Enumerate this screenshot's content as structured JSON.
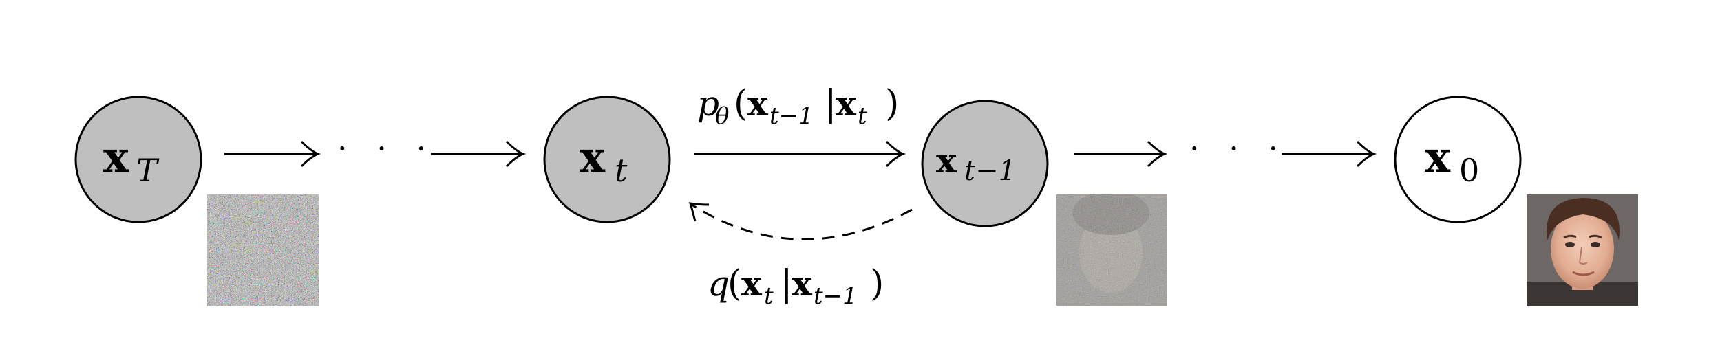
{
  "diagram": {
    "nodes": [
      {
        "id": "xT",
        "base": "x",
        "sub": "T",
        "fill": "#bfbfbf"
      },
      {
        "id": "xt",
        "base": "x",
        "sub": "t",
        "fill": "#bfbfbf"
      },
      {
        "id": "xt1",
        "base": "x",
        "sub": "t−1",
        "fill": "#bfbfbf"
      },
      {
        "id": "x0",
        "base": "x",
        "sub": "0",
        "fill": "#ffffff"
      }
    ],
    "ellipsis": "· · ·",
    "reverse_label": {
      "func": "p",
      "param": "θ",
      "open": "(",
      "arg1_base": "x",
      "arg1_sub": "t−1",
      "bar": "|",
      "arg2_base": "x",
      "arg2_sub": "t",
      "close": ")"
    },
    "forward_label": {
      "func": "q",
      "open": "(",
      "arg1_base": "x",
      "arg1_sub": "t",
      "bar": "|",
      "arg2_base": "x",
      "arg2_sub": "t−1",
      "close": ")"
    },
    "images": [
      {
        "id": "noise-image",
        "kind": "pure-noise"
      },
      {
        "id": "noisy-face-image",
        "kind": "noisy-face"
      },
      {
        "id": "face-image",
        "kind": "clean-face"
      }
    ]
  }
}
